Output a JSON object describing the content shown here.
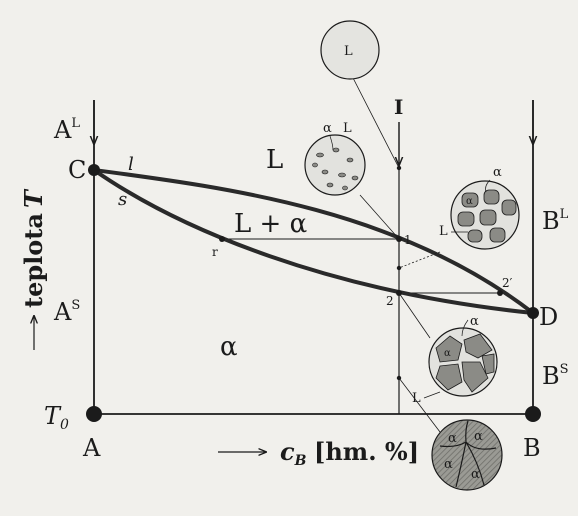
{
  "diagram": {
    "corner_labels": {
      "A": "A",
      "B": "B",
      "C": "C",
      "D": "D",
      "T0": "T",
      "T0_sub": "0"
    },
    "component_labels": {
      "AL": "A",
      "AL_sup": "L",
      "AS": "A",
      "AS_sup": "S",
      "BL": "B",
      "BL_sup": "L",
      "BS": "B",
      "BS_sup": "S"
    },
    "curve_labels": {
      "liquidus": "l",
      "solidus": "s"
    },
    "region_labels": {
      "liquid": "L",
      "two_phase": "L + α",
      "solid": "α"
    },
    "section_label": "I",
    "points": {
      "p1": "1",
      "p2": "2",
      "p2prime": "2′",
      "r": "r"
    },
    "y_axis": {
      "label": "teplota",
      "symbol": "T"
    },
    "x_axis": {
      "symbol": "c",
      "subscript": "B",
      "unit": "[hm. %]"
    },
    "microstructures": {
      "m1": {
        "circle": "L"
      },
      "m2": {
        "alpha": "α",
        "liquid": "L"
      },
      "m3": {
        "alpha": "α",
        "liquid": "L",
        "grain": "α"
      },
      "m4": {
        "alpha": "α",
        "liquid": "L",
        "grain": "α"
      },
      "m5": {
        "grain": "α"
      }
    },
    "colors": {
      "ink": "#1b1b1b",
      "background": "#f1f0ec",
      "circle_fill": "#e2e2de",
      "grain_fill": "#8b8b86"
    }
  }
}
